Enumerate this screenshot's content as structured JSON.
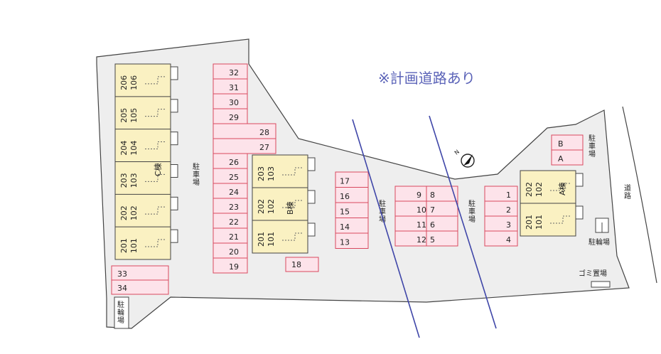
{
  "note": "※計画道路あり",
  "colors": {
    "lot": "#eeeeee",
    "building": "#faf1c2",
    "parking": "#fde3ea",
    "parking_border": "#d9485f",
    "plan_road": "#3f46a8"
  },
  "buildings": {
    "C": {
      "name": "C棟",
      "units": [
        [
          "206",
          "106"
        ],
        [
          "205",
          "105"
        ],
        [
          "204",
          "104"
        ],
        [
          "203",
          "103"
        ],
        [
          "202",
          "102"
        ],
        [
          "201",
          "101"
        ]
      ]
    },
    "B": {
      "name": "B棟",
      "units": [
        [
          "203",
          "103"
        ],
        [
          "202",
          "102"
        ],
        [
          "201",
          "101"
        ]
      ]
    },
    "A": {
      "name": "A棟",
      "units": [
        [
          "202",
          "102"
        ],
        [
          "201",
          "101"
        ]
      ]
    }
  },
  "parking_left": [
    "32",
    "31",
    "30",
    "29",
    "28",
    "27",
    "26",
    "25",
    "24",
    "23",
    "22",
    "21",
    "20",
    "19"
  ],
  "parking_bottom_left": [
    "33",
    "34"
  ],
  "parking_18": "18",
  "parking_middle": [
    "17",
    "16",
    "15",
    "14",
    "13"
  ],
  "parking_center_left": [
    "9",
    "10",
    "11",
    "12"
  ],
  "parking_center_right": [
    "8",
    "7",
    "6",
    "5"
  ],
  "parking_right": [
    "1",
    "2",
    "3",
    "4"
  ],
  "parking_ab": [
    "B",
    "A"
  ],
  "labels": {
    "parking": "駐車場",
    "bicycle": "駐輪場",
    "road": "道路",
    "garbage": "ゴミ置場"
  },
  "compass": "N"
}
